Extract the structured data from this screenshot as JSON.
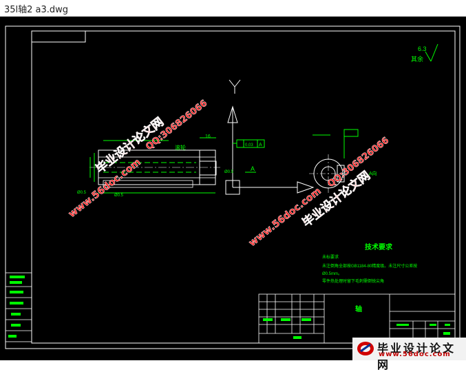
{
  "window": {
    "title": "35l轴2 a3.dwg"
  },
  "drawing": {
    "roughness_value": "6.3",
    "roughness_label": "其余",
    "tolerance_value": "0.03",
    "tolerance_datum": "A",
    "datum_label": "A",
    "section_label": "A向",
    "dim_left_a": "Ø0.5",
    "dim_left_b": "Ø0.5",
    "dim_right": "Ø0.5",
    "dim_top": "16",
    "label_slot": "滚轮",
    "notes_title": "技术要求",
    "notes_line1": "未标要求",
    "notes_line2": "未注倒角全部按GB1184-80精度级。未注尺寸公差按",
    "notes_line3": "Ø0.5mm。",
    "notes_line4": "零件热处理时留下毛刺需倒锐尖角",
    "part_name": "轴",
    "colors": {
      "frame": "#ffffff",
      "geometry": "#ffffff",
      "dimension": "#00ff00",
      "watermark": "#ff2020"
    }
  },
  "watermarks": {
    "site_cn": "毕业设计论文网",
    "site_url": "www.56doc.com",
    "qq": "QQ:306826066"
  },
  "logo": {
    "name": "毕业设计论文网",
    "url": "www.56doc.com"
  }
}
